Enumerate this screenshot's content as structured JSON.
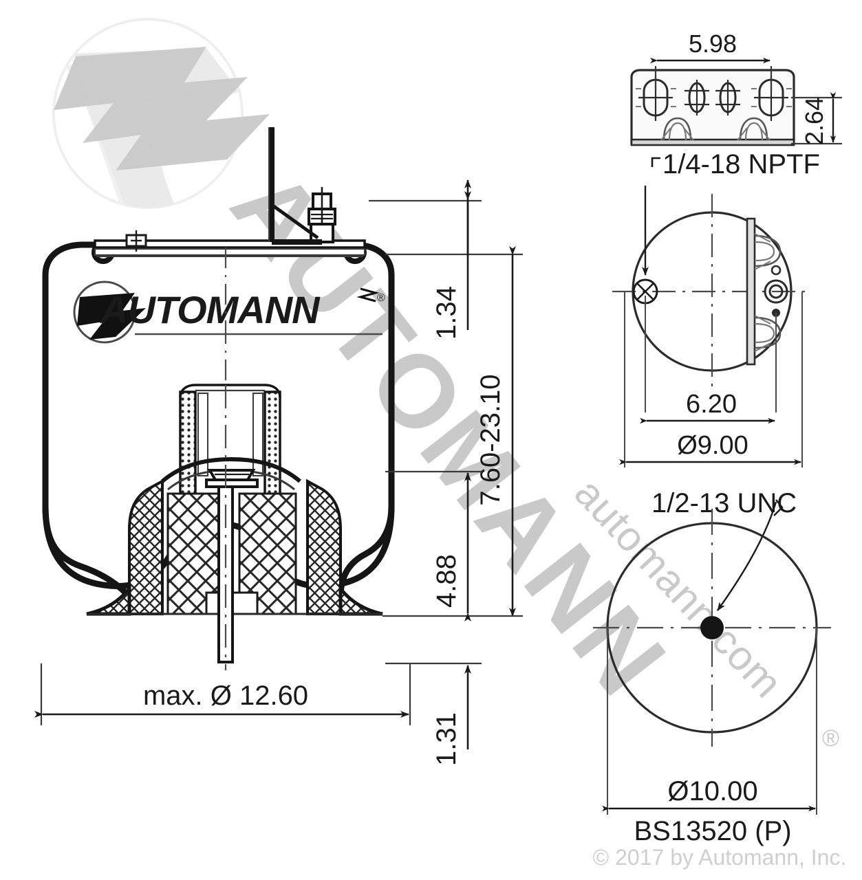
{
  "drawing": {
    "part_number": "BS13520 (P)",
    "copyright": "© 2017 by Automann, Inc.",
    "brand_logo_text": "AUTOMANN",
    "brand_logo_trademark": "®"
  },
  "views": {
    "main": {
      "name": "front-section-view",
      "dimensions": {
        "width_label": "max. Ø 12.60",
        "top_plate_height": "1.34",
        "overall_stroke": "7.60-23.10",
        "piston_height": "4.88",
        "stud_projection": "1.31"
      }
    },
    "bead_plate": {
      "name": "bead-plate-side-view",
      "dimensions": {
        "width": "5.98",
        "height": "2.64"
      }
    },
    "bead_plate_top": {
      "name": "bead-plate-top-view",
      "callout": "1/4-18 NPTF",
      "dimensions": {
        "bolt_spacing": "6.20",
        "diameter": "Ø9.00"
      }
    },
    "piston_bottom": {
      "name": "piston-bottom-view",
      "callout": "1/2-13 UNC",
      "dimensions": {
        "diameter": "Ø10.00"
      }
    }
  },
  "watermarks": {
    "diagonal_text": "AUTOMANN",
    "url_text": "automann.com",
    "registered": "®"
  },
  "colors": {
    "line": "#1a1a1a",
    "thin_line": "#4a4a4a",
    "dim_line": "#3a3a3a",
    "watermark": "#c9c9c9",
    "watermark_light": "#ededed",
    "hatch": "#2b2b2b"
  }
}
